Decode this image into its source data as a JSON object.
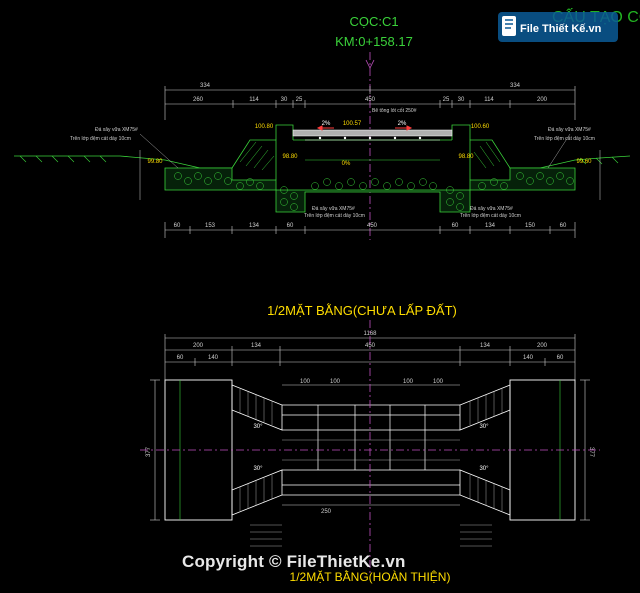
{
  "header": {
    "station_label": "CỌC:C1",
    "km_label": "KM:0+158.17",
    "corner_title": "CẤU TẠO CỐN"
  },
  "section": {
    "top_dims": [
      "334",
      "334"
    ],
    "upper_dims": [
      "260",
      "114",
      "30",
      "25",
      "450",
      "25",
      "30",
      "114",
      "200"
    ],
    "bottom_dims": [
      "60",
      "153",
      "134",
      "60",
      "450",
      "60",
      "134",
      "150",
      "60"
    ],
    "left_note_1": "Đá xây vữa XM75#",
    "left_note_2": "Trên lớp đệm cát dày 10cm",
    "right_note_1": "Đá xây vữa XM75#",
    "right_note_2": "Trên lớp đệm cát dày 10cm",
    "center_note_1": "Đá xây vữa XM75#",
    "center_note_2": "Trên lớp đệm cát dày 10cm",
    "center_note_3": "Đá xây vữa XM75#",
    "center_note_4": "Trên lớp đệm cát dày 10cm",
    "top_note": "Bê tông lót cốt 250#",
    "elev_left_top": "100.80",
    "elev_center": "100.57",
    "elev_right_top": "100.60",
    "elev_left_mid": "98.80",
    "elev_right_mid": "98.80",
    "elev_left_low": "99.80",
    "elev_right_low": "99.60",
    "slope_left": "2%",
    "slope_right": "2%",
    "slope_center": "0%"
  },
  "plan": {
    "title": "1/2MẶT BẰNG(CHƯA LẤP ĐẤT)",
    "bottom_title": "1/2MẶT BẰNG(HOÀN THIỆN)",
    "total_dim": "1168",
    "dims_top": [
      "200",
      "134",
      "450",
      "134",
      "200"
    ],
    "dims_second": [
      "60",
      "140",
      "140",
      "60"
    ],
    "dims_inner": [
      "100",
      "100",
      "100",
      "100"
    ],
    "height_dim": "377",
    "inner_width": "250",
    "angles": [
      "30°",
      "30°",
      "30°",
      "30°"
    ]
  },
  "watermark": {
    "brand": "File Thiết Kế.vn",
    "copyright": "Copyright © FileThietKe.vn"
  }
}
